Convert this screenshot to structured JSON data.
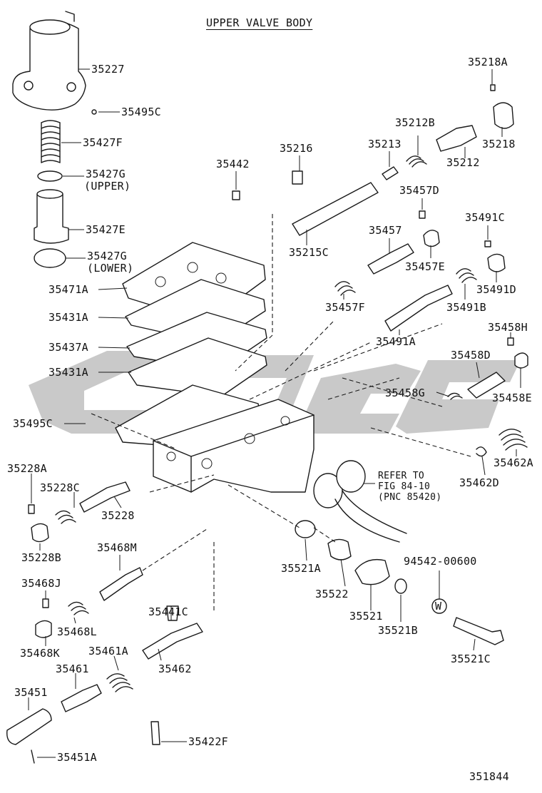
{
  "title": "UPPER VALVE BODY",
  "drawing_number": "351844",
  "washer_letter": "W",
  "notes": {
    "upper": "(UPPER)",
    "lower": "(LOWER)"
  },
  "refer": {
    "line1": "REFER TO",
    "line2": "FIG 84-10",
    "line3": "(PNC 85420)"
  },
  "parts": {
    "p35227": "35227",
    "p35495c": "35495C",
    "p35427f": "35427F",
    "p35427g": "35427G",
    "p35427e": "35427E",
    "p35471a": "35471A",
    "p35431a": "35431A",
    "p35437a": "35437A",
    "p35218a": "35218A",
    "p35212b": "35212B",
    "p35218": "35218",
    "p35213": "35213",
    "p35216": "35216",
    "p35212": "35212",
    "p35442": "35442",
    "p35457d": "35457D",
    "p35491c": "35491C",
    "p35457": "35457",
    "p35215c": "35215C",
    "p35457e": "35457E",
    "p35491d": "35491D",
    "p35457f": "35457F",
    "p35491b": "35491B",
    "p35458h": "35458H",
    "p35491a": "35491A",
    "p35458d": "35458D",
    "p35458g": "35458G",
    "p35458e": "35458E",
    "p35462a": "35462A",
    "p35462d": "35462D",
    "p35228a": "35228A",
    "p35228c": "35228C",
    "p35228": "35228",
    "p35228b": "35228B",
    "p35468m": "35468M",
    "p35468j": "35468J",
    "p35441c": "35441C",
    "p35468l": "35468L",
    "p35468k": "35468K",
    "p35461a": "35461A",
    "p35462": "35462",
    "p35461": "35461",
    "p35451": "35451",
    "p35422f": "35422F",
    "p35451a": "35451A",
    "p94542": "94542-00600",
    "p35521a": "35521A",
    "p35522": "35522",
    "p35521": "35521",
    "p35521b": "35521B",
    "p35521c": "35521C"
  }
}
